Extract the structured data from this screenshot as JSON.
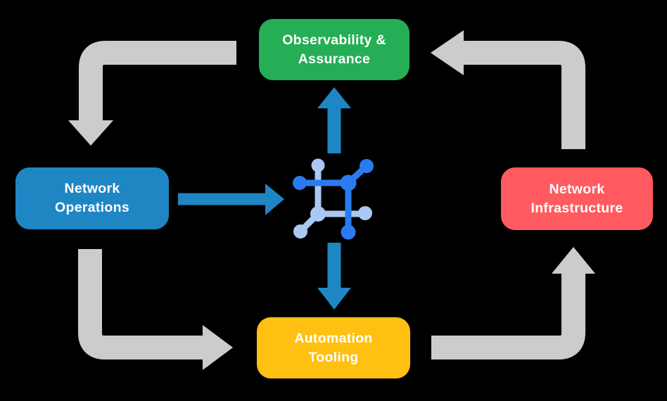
{
  "diagram": {
    "type": "cycle-flow-diagram",
    "nodes": {
      "observability": {
        "line1": "Observability &",
        "line2": "Assurance",
        "color": "#25ae55"
      },
      "operations": {
        "line1": "Network",
        "line2": "Operations",
        "color": "#1f86c4"
      },
      "infrastructure": {
        "line1": "Network",
        "line2": "Infrastructure",
        "color": "#ff5a5f"
      },
      "automation": {
        "line1": "Automation",
        "line2": "Tooling",
        "color": "#ffc011"
      }
    },
    "center_icon": "network-mesh-icon",
    "flows": [
      {
        "from": "Observability & Assurance",
        "to": "Network Operations",
        "style": "gray-elbow-arrow"
      },
      {
        "from": "Network Operations",
        "to": "Automation Tooling",
        "style": "gray-elbow-arrow"
      },
      {
        "from": "Automation Tooling",
        "to": "Network Infrastructure",
        "style": "gray-elbow-arrow"
      },
      {
        "from": "Network Infrastructure",
        "to": "Observability & Assurance",
        "style": "gray-elbow-arrow"
      },
      {
        "from": "Network Operations",
        "to": "center-icon",
        "style": "blue-straight-arrow"
      },
      {
        "from": "center-icon",
        "to": "Observability & Assurance",
        "style": "blue-straight-arrow"
      },
      {
        "from": "center-icon",
        "to": "Automation Tooling",
        "style": "blue-straight-arrow"
      }
    ]
  },
  "colors": {
    "background": "#000000",
    "arrow_gray": "#cccccc",
    "arrow_blue": "#1f86c4",
    "icon_dark_blue": "#2b7bf0",
    "icon_light_blue": "#a9c9f3",
    "node_text": "#ffffff"
  }
}
